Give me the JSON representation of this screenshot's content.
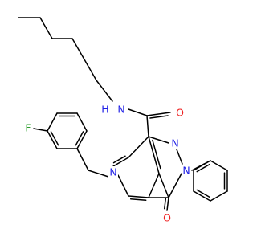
{
  "colors": {
    "bond": "#000000",
    "nitrogen": "#1f1fe6",
    "oxygen": "#ee2020",
    "fluorine": "#2a9d2a",
    "carbon": "#000000"
  },
  "atoms": {
    "f": "F",
    "n_pyridone": "N",
    "n_pyrazole_top": "N",
    "n_pyrazole_phenyl": "N",
    "o_carbonyl": "O",
    "o_amide": "O",
    "nh_amide": "N",
    "h_amide": "H"
  }
}
